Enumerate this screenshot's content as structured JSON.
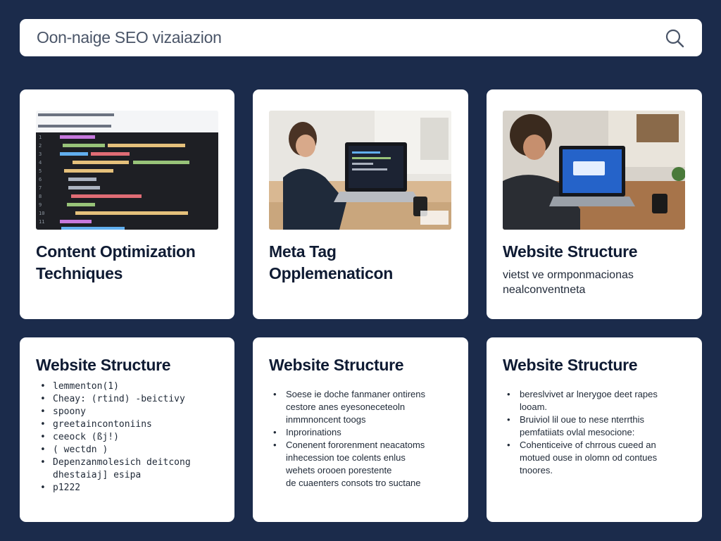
{
  "search": {
    "query": "Oon-naige SEO vizaiazion",
    "icon": "search-icon"
  },
  "colors": {
    "background": "#1b2b4b",
    "card": "#ffffff",
    "title": "#0f1b33"
  },
  "cards_top": [
    {
      "image": "code-editor-screenshot",
      "title_line1": "Content Optimization",
      "title_line2": "Techniques"
    },
    {
      "image": "person-at-laptop-photo",
      "title_line1": "Meta Tag",
      "title_line2": "Opplemenaticon"
    },
    {
      "image": "person-at-laptop-photo",
      "title_line1": "Website Structure",
      "desc_line1": "vietst ve ormponmacionas",
      "desc_line2": "nealconventneta"
    }
  ],
  "cards_bottom": [
    {
      "title": "Website Structure",
      "items": [
        "lemmenton(1)",
        "Cheay: (rtind) -beictivy",
        "spoony",
        "greetaincontoniins",
        "ceeock (ßj!)",
        "( wectdn )",
        "Depenzanmolesich deitcong\ndhestaiaj]  esipa",
        "p1222"
      ]
    },
    {
      "title": "Website Structure",
      "items": [
        "Soese ie doche fanmaner ontirens\ncestore anes eyesoneceteoln\ninmmnoncent toogs",
        "Inprorinations",
        "Conenent fororenment neacatoms\ninhecession toe colents enlus\nwehets orooen porestente\nde cuaenters consots tro suctane"
      ]
    },
    {
      "title": "Website Structure",
      "items": [
        "bereslvivet ar lnerygoe deet rapes\nlooam.",
        "Bruiviol lil oue to nese nterrthis\npemfatiiats ovlal mesocione:",
        "Cohenticeive of chrrous cueed an\nmotued ouse in olomn od contues\ntnoores."
      ]
    }
  ]
}
